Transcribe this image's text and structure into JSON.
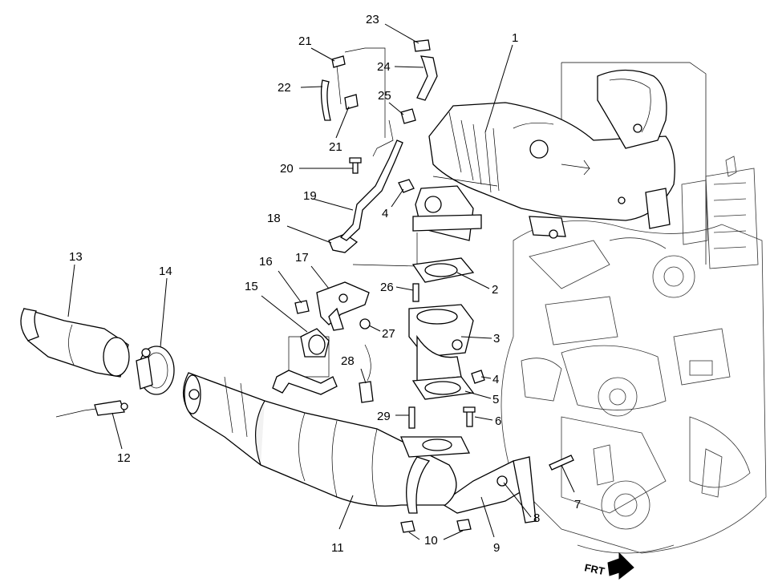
{
  "callouts": [
    {
      "id": "c1",
      "label": "1"
    },
    {
      "id": "c2",
      "label": "2"
    },
    {
      "id": "c3",
      "label": "3"
    },
    {
      "id": "c4a",
      "label": "4"
    },
    {
      "id": "c4b",
      "label": "4"
    },
    {
      "id": "c5",
      "label": "5"
    },
    {
      "id": "c6",
      "label": "6"
    },
    {
      "id": "c7",
      "label": "7"
    },
    {
      "id": "c8",
      "label": "8"
    },
    {
      "id": "c9",
      "label": "9"
    },
    {
      "id": "c10",
      "label": "10"
    },
    {
      "id": "c11",
      "label": "11"
    },
    {
      "id": "c12",
      "label": "12"
    },
    {
      "id": "c13",
      "label": "13"
    },
    {
      "id": "c14",
      "label": "14"
    },
    {
      "id": "c15",
      "label": "15"
    },
    {
      "id": "c16",
      "label": "16"
    },
    {
      "id": "c17",
      "label": "17"
    },
    {
      "id": "c18",
      "label": "18"
    },
    {
      "id": "c19",
      "label": "19"
    },
    {
      "id": "c20",
      "label": "20"
    },
    {
      "id": "c21a",
      "label": "21"
    },
    {
      "id": "c21b",
      "label": "21"
    },
    {
      "id": "c22",
      "label": "22"
    },
    {
      "id": "c23",
      "label": "23"
    },
    {
      "id": "c24",
      "label": "24"
    },
    {
      "id": "c25",
      "label": "25"
    },
    {
      "id": "c26",
      "label": "26"
    },
    {
      "id": "c27",
      "label": "27"
    },
    {
      "id": "c28",
      "label": "28"
    },
    {
      "id": "c29",
      "label": "29"
    }
  ],
  "forward_indicator": {
    "label": "FRT",
    "icon": "forward-arrow-icon"
  }
}
